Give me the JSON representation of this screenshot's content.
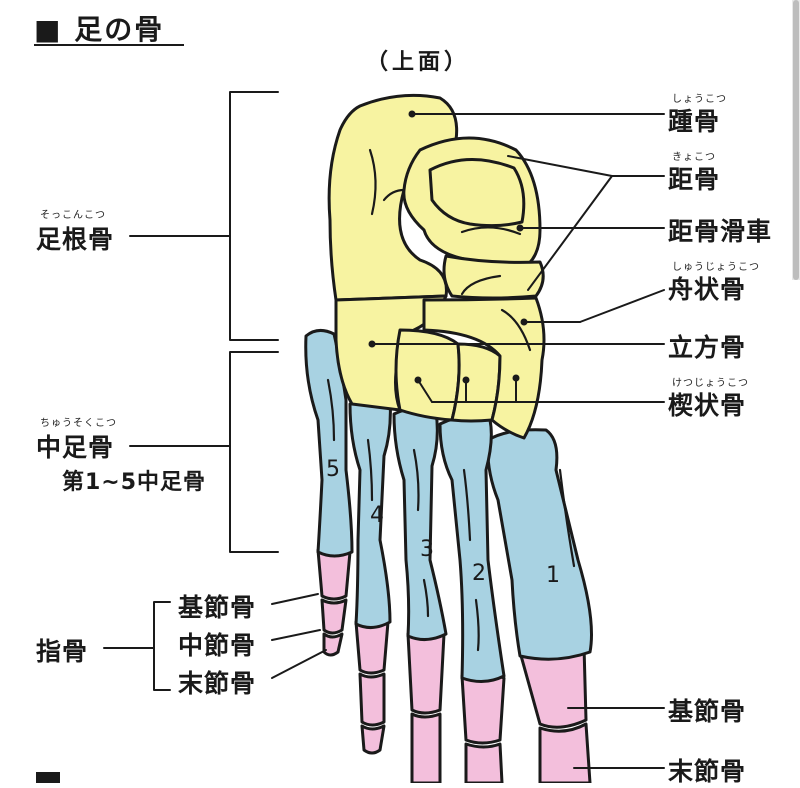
{
  "title": "■ 足の骨",
  "view": "（上面）",
  "right_labels": [
    {
      "id": "calcaneus",
      "name": "踵骨",
      "reading": "しょうこつ"
    },
    {
      "id": "talus",
      "name": "距骨",
      "reading": "きょこつ"
    },
    {
      "id": "trochlea",
      "name": "距骨滑車",
      "reading": ""
    },
    {
      "id": "navicular",
      "name": "舟状骨",
      "reading": "しゅうじょうこつ"
    },
    {
      "id": "cuboid",
      "name": "立方骨",
      "reading": ""
    },
    {
      "id": "cuneiform",
      "name": "楔状骨",
      "reading": "けつじょうこつ"
    },
    {
      "id": "proximal_phalanx_r",
      "name": "基節骨",
      "reading": ""
    },
    {
      "id": "distal_phalanx_r",
      "name": "末節骨",
      "reading": ""
    }
  ],
  "left_labels": {
    "tarsals": {
      "name": "足根骨",
      "reading": "そっこんこつ"
    },
    "metatarsals": {
      "name": "中足骨",
      "reading": "ちゅうそくこつ",
      "note": "第1~5中足骨"
    },
    "phalanges": {
      "name": "指骨"
    },
    "phalanx_parts": [
      "基節骨",
      "中節骨",
      "末節骨"
    ]
  },
  "metatarsal_numbers": [
    "1",
    "2",
    "3",
    "4",
    "5"
  ],
  "colors": {
    "tarsal": "#f7f3a1",
    "metatarsal": "#a8d2e2",
    "phalanx": "#f3bfdc",
    "outline": "#1a1a1a"
  }
}
